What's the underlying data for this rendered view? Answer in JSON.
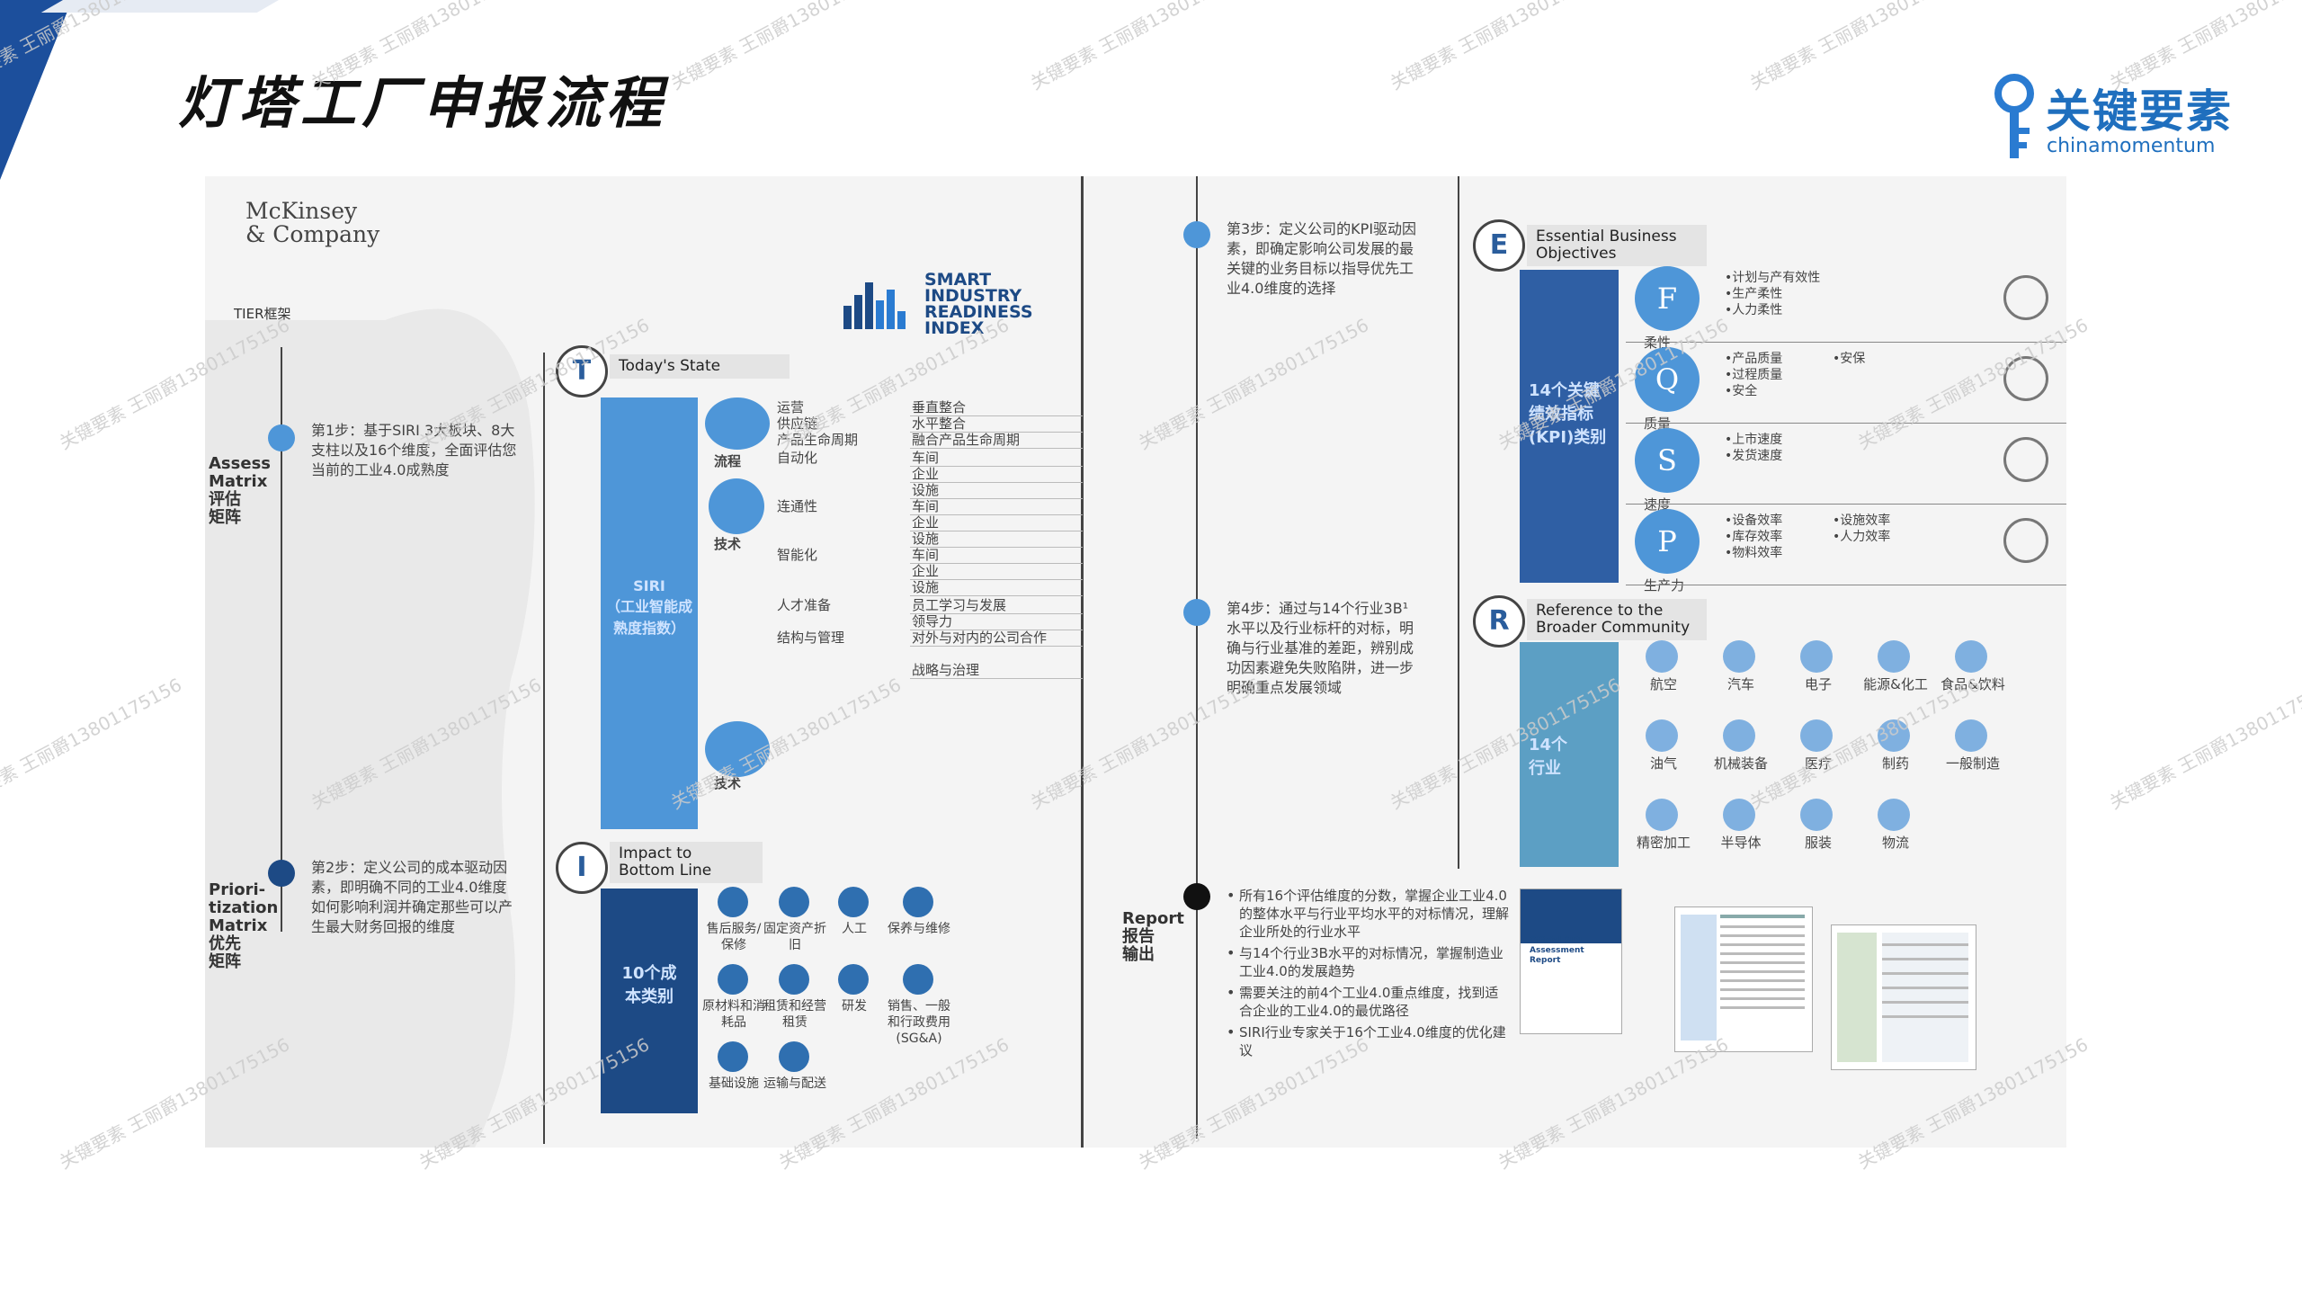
{
  "slide": {
    "title": "灯塔工厂申报流程",
    "brand_cn": "关键要素",
    "brand_en": "chinamomentum",
    "watermark": "关键要素 王丽爵13801175156"
  },
  "figure": {
    "mckinsey": "McKinsey\n& Company",
    "tier_label": "TIER框架",
    "siri_logo": "SMART\nINDUSTRY\nREADINESS\nINDEX",
    "side_labels": {
      "assess": "Assess\nMatrix\n评估\n矩阵",
      "prior": "Priori-\ntization\nMatrix\n优先\n矩阵",
      "report": "Report\n报告\n输出"
    },
    "steps": {
      "step1": "第1步：基于SIRI 3大板块、8大支柱以及16个维度，全面评估您当前的工业4.0成熟度",
      "step2": "第2步：定义公司的成本驱动因素，即明确不同的工业4.0维度如何影响利润并确定那些可以产生最大财务回报的维度",
      "step3": "第3步：定义公司的KPI驱动因素，即确定影响公司发展的最关键的业务目标以指导优先工业4.0维度的选择",
      "step4": "第4步：通过与14个行业3B¹水平以及行业标杆的对标，明确与行业基准的差距，辨别成功因素避免失败陷阱，进一步明确重点发展领域"
    },
    "t_section": {
      "letter": "T",
      "head": "Today's State",
      "bar": "SIRI\n（工业智能成熟度指数）",
      "groups": [
        {
          "label": "流程",
          "rows": [
            [
              "运营",
              "垂直整合"
            ],
            [
              "供应链",
              "水平整合"
            ],
            [
              "产品生命周期",
              "融合产品生命周期"
            ]
          ]
        },
        {
          "label": "技术",
          "rows": [
            [
              "自动化",
              "车间"
            ],
            [
              "",
              "企业"
            ],
            [
              "",
              "设施"
            ],
            [
              "连通性",
              "车间"
            ],
            [
              "",
              "企业"
            ],
            [
              "",
              "设施"
            ],
            [
              "智能化",
              "车间"
            ],
            [
              "",
              "企业"
            ],
            [
              "",
              "设施"
            ]
          ]
        },
        {
          "label": "技术",
          "rows": [
            [
              "人才准备",
              "员工学习与发展"
            ],
            [
              "",
              "领导力"
            ],
            [
              "结构与管理",
              "对外与对内的公司合作"
            ],
            [
              "",
              "战略与治理"
            ]
          ]
        }
      ]
    },
    "i_section": {
      "letter": "I",
      "head": "Impact to\nBottom Line",
      "bar": "10个成\n本类别",
      "items": [
        "售后服务/保修",
        "固定资产折旧",
        "人工",
        "保养与维修",
        "原材料和消耗品",
        "租赁和经营租赁",
        "研发",
        "销售、一般和行政费用\n(SG&A)",
        "基础设施",
        "运输与配送"
      ]
    },
    "e_section": {
      "letter": "E",
      "head": "Essential Business\nObjectives",
      "bar": "14个关键绩效指标(KPI)类别",
      "kpis": [
        {
          "letter": "F",
          "name": "柔性",
          "items": [
            "•计划与产有效性",
            "•生产柔性",
            "•人力柔性"
          ]
        },
        {
          "letter": "Q",
          "name": "质量",
          "items": [
            "•产品质量",
            "•过程质量",
            "•安全",
            "•安保"
          ]
        },
        {
          "letter": "S",
          "name": "速度",
          "items": [
            "•上市速度",
            "•发货速度"
          ]
        },
        {
          "letter": "P",
          "name": "生产力",
          "items": [
            "•设备效率",
            "•库存效率",
            "•物料效率",
            "•设施效率",
            "•人力效率"
          ]
        }
      ]
    },
    "r_section": {
      "letter": "R",
      "head": "Reference to the\nBroader Community",
      "bar": "14个\n行业",
      "industries": [
        "航空",
        "汽车",
        "电子",
        "能源&化工",
        "食品&饮料",
        "油气",
        "机械装备",
        "医疗",
        "制药",
        "一般制造",
        "精密加工",
        "半导体",
        "服装",
        "物流"
      ]
    },
    "report": {
      "bullets": [
        "所有16个评估维度的分数，掌握企业工业4.0的整体水平与行业平均水平的对标情况，理解企业所处的行业水平",
        "与14个行业3B水平的对标情况，掌握制造业工业4.0的发展趋势",
        "需要关注的前4个工业4.0重点维度，找到适合企业的工业4.0的最优路径",
        "SIRI行业专家关于16个工业4.0维度的优化建议"
      ],
      "thumb_title": "Official SIRI Assessment Report"
    }
  }
}
